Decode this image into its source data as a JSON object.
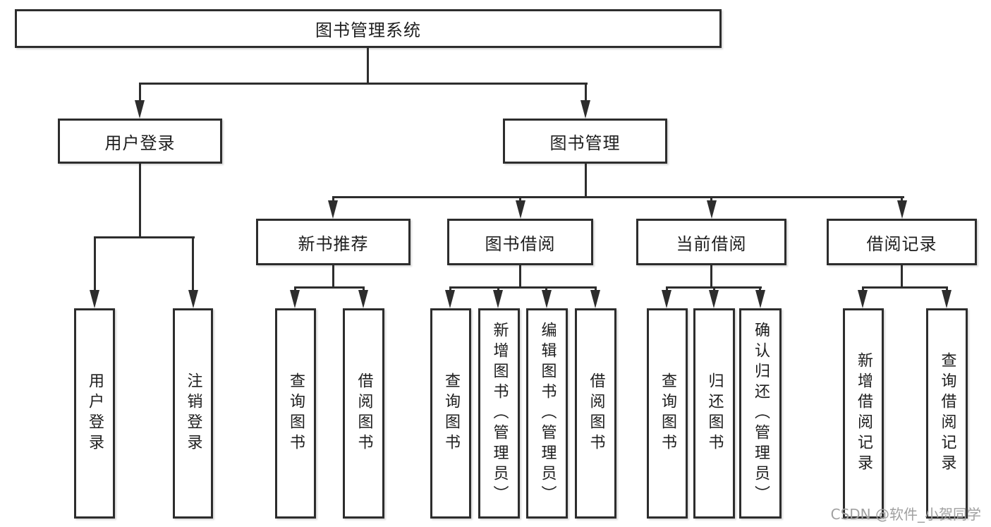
{
  "diagram": {
    "title": "图书管理系统",
    "level2": {
      "user_login": "用户登录",
      "book_mgmt": "图书管理"
    },
    "level3": {
      "new_book_rec": "新书推荐",
      "book_borrow": "图书借阅",
      "current_borrow": "当前借阅",
      "borrow_records": "借阅记录"
    },
    "leaves": {
      "user_login": [
        "用户登录",
        "注销登录"
      ],
      "new_book_rec": [
        "查询图书",
        "借阅图书"
      ],
      "book_borrow": [
        "查询图书",
        "新增图书（管理员）",
        "编辑图书（管理员）",
        "借阅图书"
      ],
      "current_borrow": [
        "查询图书",
        "归还图书",
        "确认归还（管理员）"
      ],
      "borrow_records": [
        "新增借阅记录",
        "查询借阅记录"
      ]
    }
  },
  "watermark": "CSDN @软件_小贺同学",
  "colors": {
    "line": "#2d2d2d",
    "text": "#1e1e1e",
    "watermark": "#a0a0a0",
    "background": "#ffffff"
  }
}
